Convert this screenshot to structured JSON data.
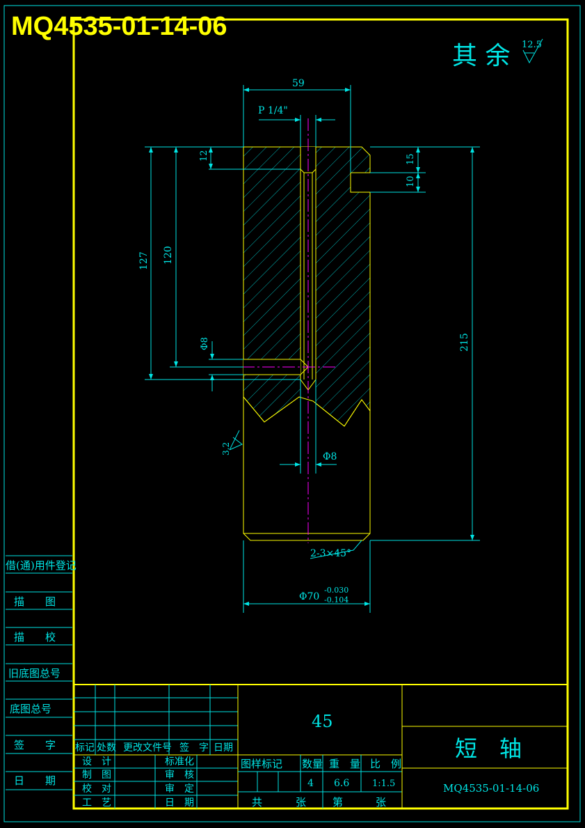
{
  "drawing_number_header": "MQ4535-01-14-06",
  "roughness_other": {
    "label": "其 余",
    "value": "12.5"
  },
  "dimensions": {
    "width_top": "59",
    "thread": "P 1/4\"",
    "d12": "12",
    "d15": "15",
    "d10": "10",
    "d127": "127",
    "d120": "120",
    "d215": "215",
    "phi8_side": "Φ8",
    "phi8_bottom": "Φ8",
    "roughness_side": "3.2",
    "chamfer": "2-3×45°",
    "diameter": "Φ70",
    "tol_upper": "-0.030",
    "tol_lower": "-0.104"
  },
  "left_strip": [
    "借(通)用件登记",
    "描　　图",
    "描　　校",
    "旧底图总号",
    "底图总号",
    "签　　字",
    "日　　期"
  ],
  "title_block": {
    "material": "45",
    "part_name": "短　轴",
    "drawing_no": "MQ4535-01-14-06",
    "revision_header": [
      "标记",
      "处数",
      "更改文件号",
      "签　字",
      "日期"
    ],
    "roles_left": [
      "设　计",
      "制　图",
      "校　对",
      "工　艺"
    ],
    "roles_right": [
      "标准化",
      "审　核",
      "审　定",
      "日　期"
    ],
    "info_headers": [
      "图样标记",
      "数量",
      "重　量",
      "比　例"
    ],
    "quantity": "4",
    "weight": "6.6",
    "scale": "1:1.5",
    "sheet_row": [
      "共",
      "张",
      "第",
      "张"
    ]
  }
}
